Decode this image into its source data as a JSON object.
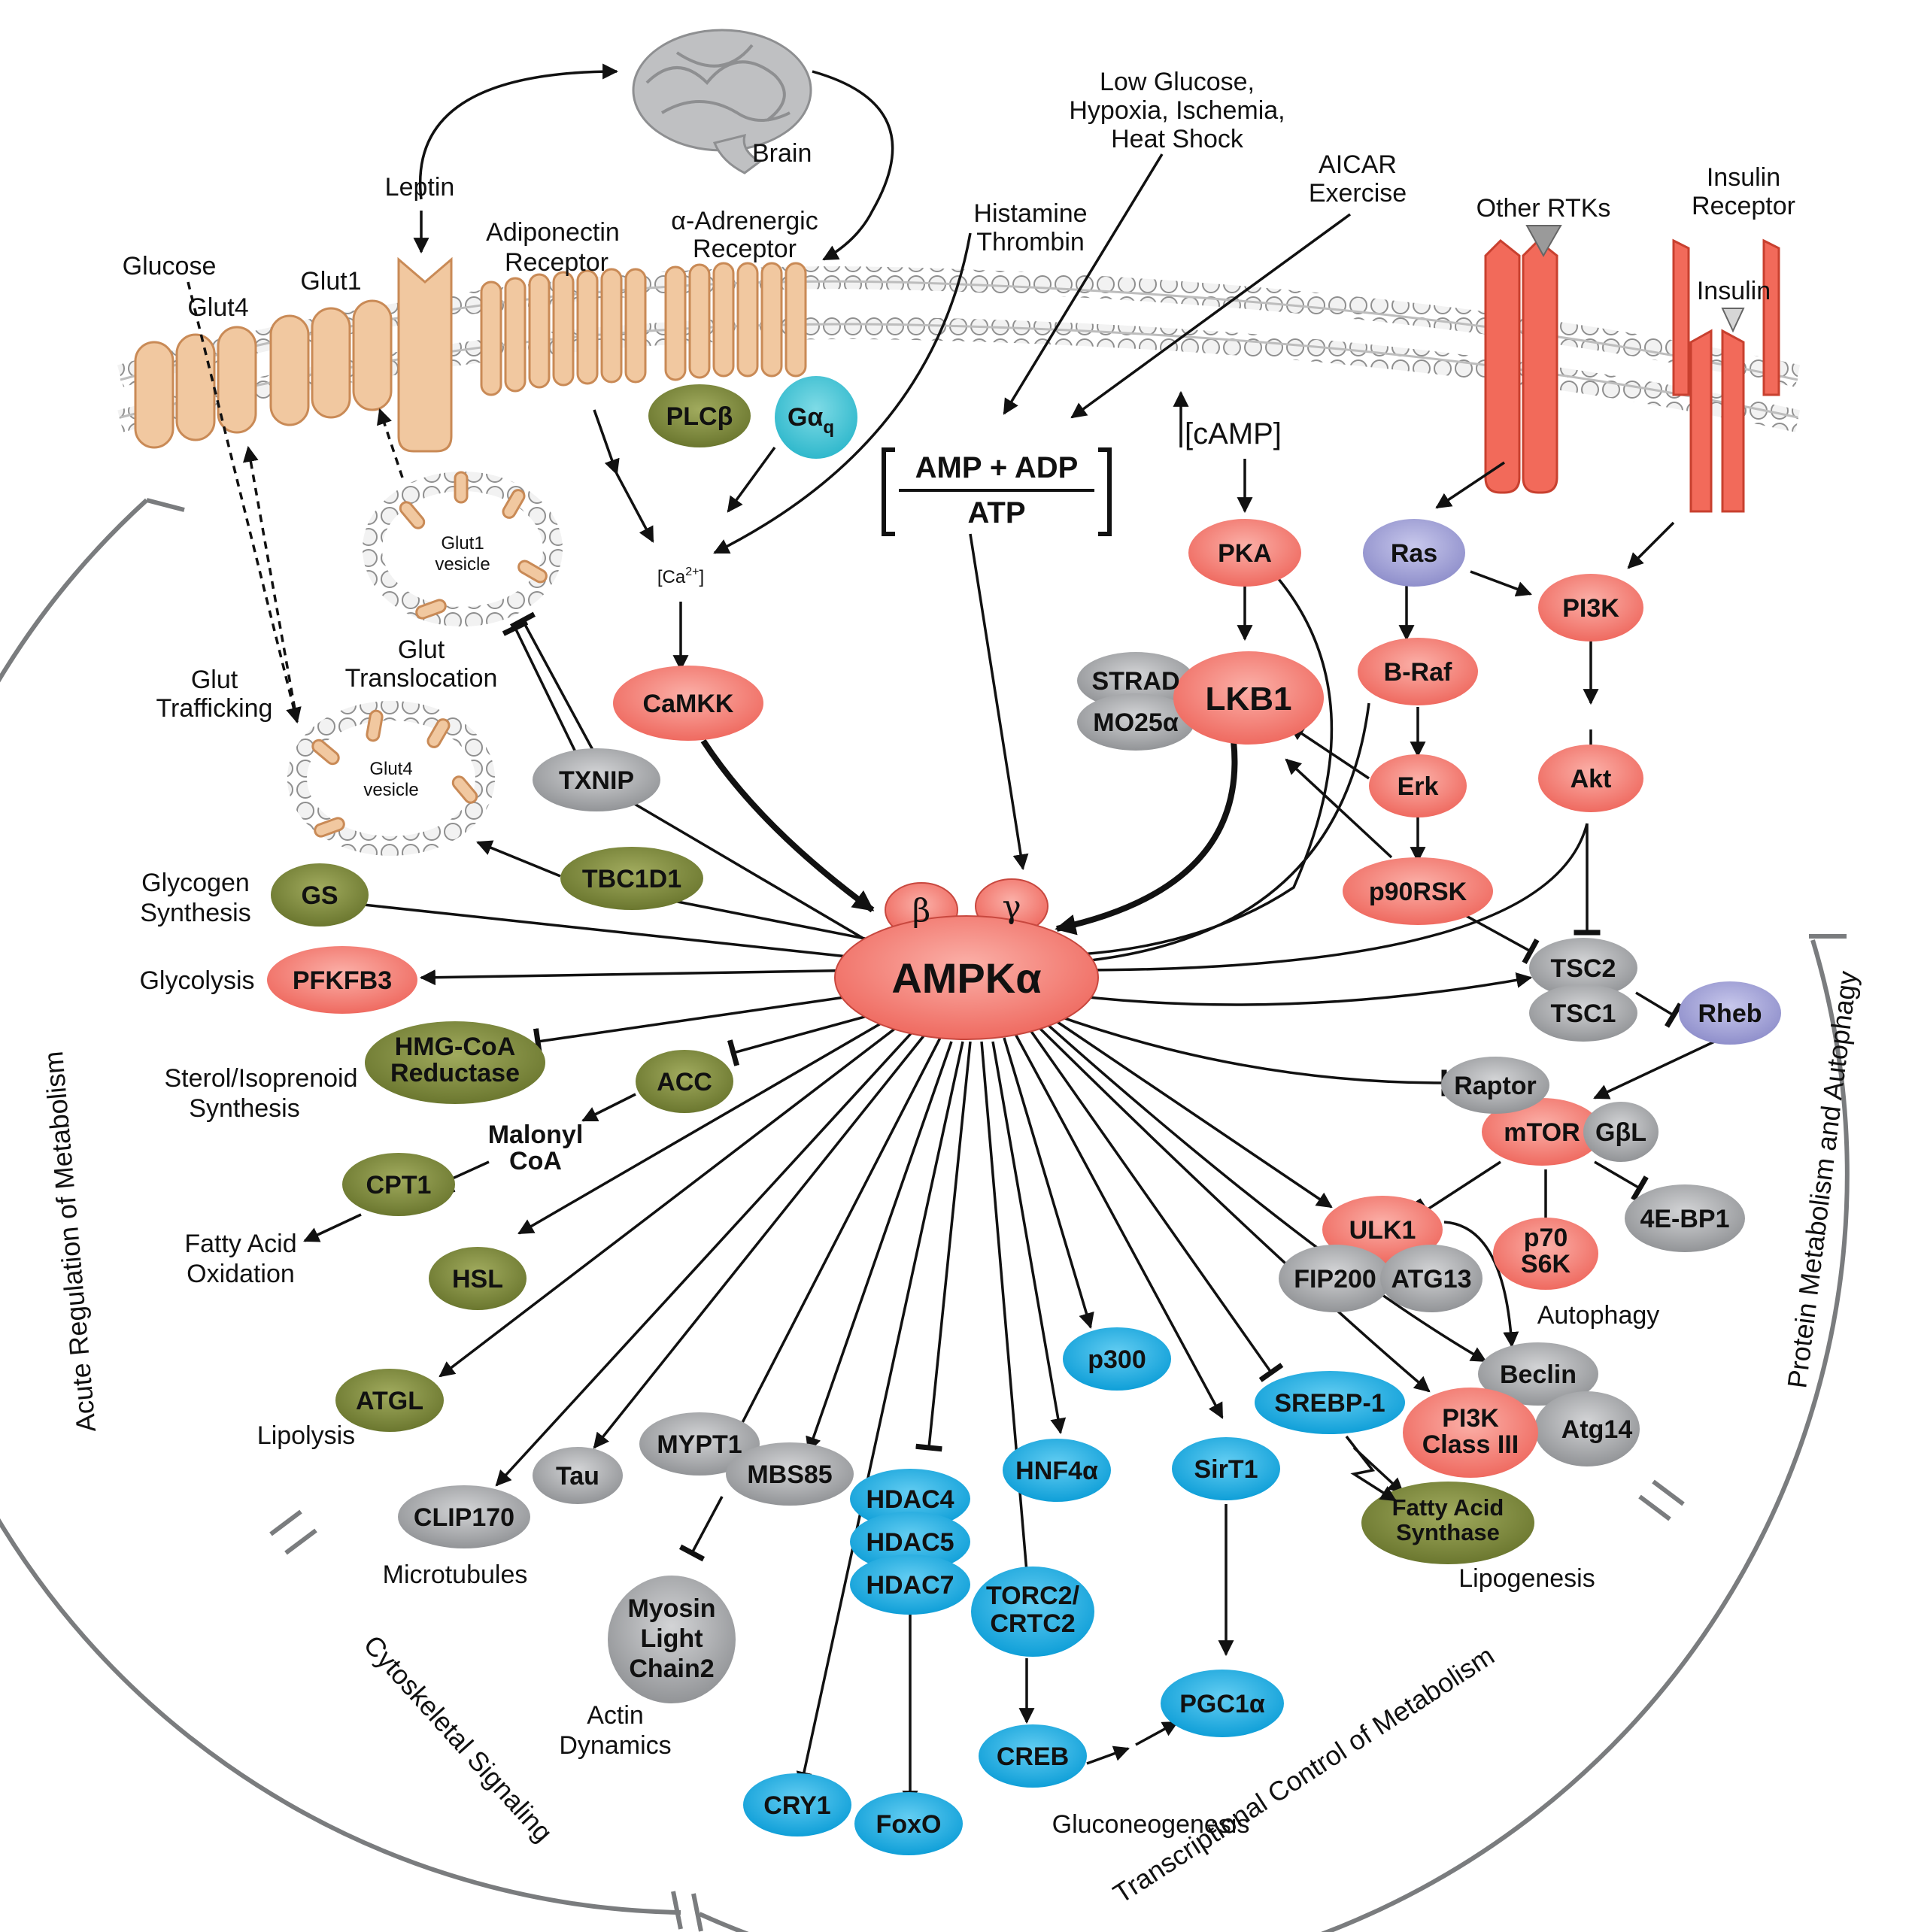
{
  "colors": {
    "red_node": "#f4837a",
    "olive_node": "#7d8a3c",
    "gray_node": "#a7a9ac",
    "blue_node": "#1eb1e6",
    "purple_node": "#a3a3d6",
    "teal_node": "#3cc4d4",
    "tan_channel": "#f1c8a0",
    "rtk_red": "#f26a5a",
    "arc_gray": "#7a7c7e"
  },
  "icons": {
    "brain": "brain-icon"
  },
  "labels": {
    "brain": "Brain",
    "leptin": "Leptin",
    "glucose": "Glucose",
    "glut4": "Glut4",
    "glut1": "Glut1",
    "adiponectin_1": "Adiponectin",
    "adiponectin_2": "Receptor",
    "adrenergic_1": "α-Adrenergic",
    "adrenergic_2": "Receptor",
    "histamine_1": "Histamine",
    "histamine_2": "Thrombin",
    "stress_1": "Low Glucose,",
    "stress_2": "Hypoxia, Ischemia,",
    "stress_3": "Heat Shock",
    "aicar_1": "AICAR",
    "aicar_2": "Exercise",
    "other_rtks": "Other RTKs",
    "insulin_receptor_1": "Insulin",
    "insulin_receptor_2": "Receptor",
    "insulin": "Insulin",
    "camp": "[cAMP]",
    "ratio_top": "AMP + ADP",
    "ratio_bottom": "ATP",
    "ca": "[Ca",
    "ca_sup": "2+",
    "ca_end": "]",
    "glut1_vesicle_1": "Glut1",
    "glut1_vesicle_2": "vesicle",
    "glut4_vesicle_1": "Glut4",
    "glut4_vesicle_2": "vesicle",
    "glut_translocation_1": "Glut",
    "glut_translocation_2": "Translocation",
    "glut_trafficking_1": "Glut",
    "glut_trafficking_2": "Trafficking",
    "glycogen_1": "Glycogen",
    "glycogen_2": "Synthesis",
    "glycolysis": "Glycolysis",
    "sterol_1": "Sterol/Isoprenoid",
    "sterol_2": "Synthesis",
    "malonyl_1": "Malonyl",
    "malonyl_2": "CoA",
    "fao_1": "Fatty Acid",
    "fao_2": "Oxidation",
    "lipolysis": "Lipolysis",
    "microtubules": "Microtubules",
    "actin_1": "Actin",
    "actin_2": "Dynamics",
    "gluconeogenesis": "Gluconeogenesis",
    "lipogenesis": "Lipogenesis",
    "autophagy": "Autophagy",
    "arc_acute": "Acute Regulation of Metabolism",
    "arc_cyto": "Cytoskeletal Signaling",
    "arc_trans": "Transcriptional Control of Metabolism",
    "arc_protein": "Protein Metabolism and Autophagy"
  },
  "nodes": {
    "ampk": "AMPKα",
    "beta": "β",
    "gamma": "γ",
    "plcb": "PLCβ",
    "gaq": "Gα",
    "gaq_sub": "q",
    "camkk": "CaMKK",
    "txnip": "TXNIP",
    "tbc1d1": "TBC1D1",
    "gs": "GS",
    "pfkfb3": "PFKFB3",
    "hmgcoa_1": "HMG-CoA",
    "hmgcoa_2": "Reductase",
    "acc": "ACC",
    "cpt1": "CPT1",
    "hsl": "HSL",
    "atgl": "ATGL",
    "clip170": "CLIP170",
    "tau": "Tau",
    "mypt1": "MYPT1",
    "mbs85": "MBS85",
    "mlc_1": "Myosin",
    "mlc_2": "Light",
    "mlc_3": "Chain2",
    "hdac4": "HDAC4",
    "hdac5": "HDAC5",
    "hdac7": "HDAC7",
    "foxo": "FoxO",
    "cry1": "CRY1",
    "torc2_1": "TORC2/",
    "torc2_2": "CRTC2",
    "creb": "CREB",
    "pgc1a": "PGC1α",
    "hnf4a": "HNF4α",
    "p300": "p300",
    "sirt1": "SirT1",
    "srebp1": "SREBP-1",
    "fas_1": "Fatty Acid",
    "fas_2": "Synthase",
    "beclin": "Beclin",
    "pi3k3_1": "PI3K",
    "pi3k3_2": "Class III",
    "atg14": "Atg14",
    "ulk1": "ULK1",
    "fip200": "FIP200",
    "atg13": "ATG13",
    "p70_1": "p70",
    "p70_2": "S6K",
    "ebp1": "4E-BP1",
    "mtor": "mTOR",
    "gbl": "GβL",
    "raptor": "Raptor",
    "rheb": "Rheb",
    "tsc2": "TSC2",
    "tsc1": "TSC1",
    "akt": "Akt",
    "pi3k": "PI3K",
    "ras": "Ras",
    "braf": "B-Raf",
    "erk": "Erk",
    "p90rsk": "p90RSK",
    "pka": "PKA",
    "lkb1": "LKB1",
    "strad": "STRAD",
    "mo25": "MO25α"
  }
}
